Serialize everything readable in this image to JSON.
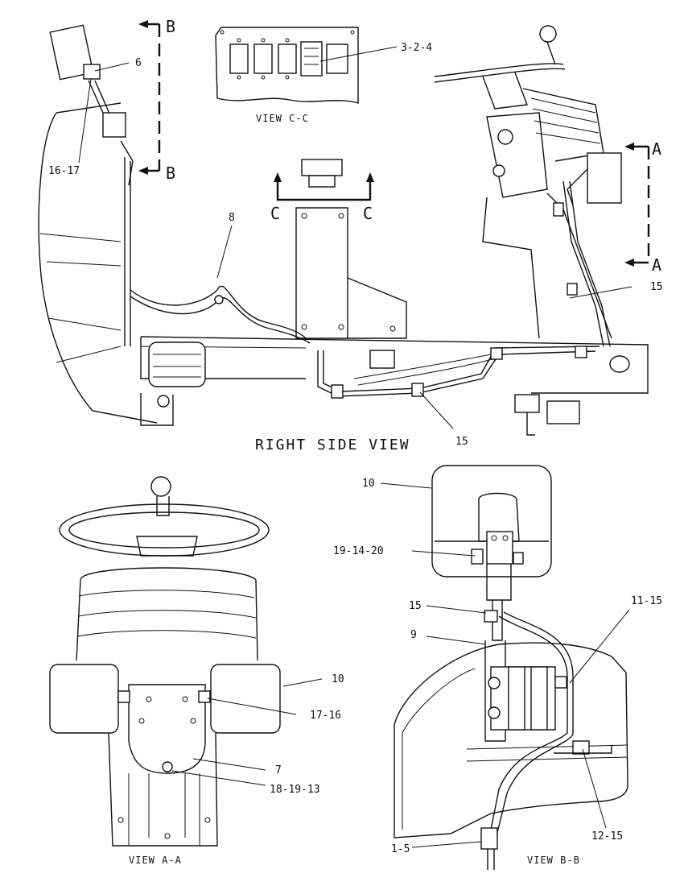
{
  "views": {
    "right_side": {
      "title": "RIGHT SIDE VIEW"
    },
    "c_c": {
      "title": "VIEW C-C"
    },
    "a_a": {
      "title": "VIEW A-A"
    },
    "b_b": {
      "title": "VIEW B-B"
    }
  },
  "section_markers": {
    "b_top": "B",
    "b_bottom": "B",
    "c_left": "C",
    "c_right": "C",
    "a_top": "A",
    "a_bottom": "A"
  },
  "callouts": {
    "c6": "6",
    "c16_17": "16-17",
    "c3_2_4": "3-2-4",
    "c8": "8",
    "c15_right": "15",
    "c15_bottom": "15",
    "c10_aa": "10",
    "c17_16": "17-16",
    "c7": "7",
    "c18_19_13": "18-19-13",
    "c10_bb": "10",
    "c19_14_20": "19-14-20",
    "c15_bb": "15",
    "c9": "9",
    "c11_15": "11-15",
    "c12_15": "12-15",
    "c1_5": "1-5"
  },
  "colors": {
    "ink": "#111111",
    "paper": "#ffffff"
  }
}
